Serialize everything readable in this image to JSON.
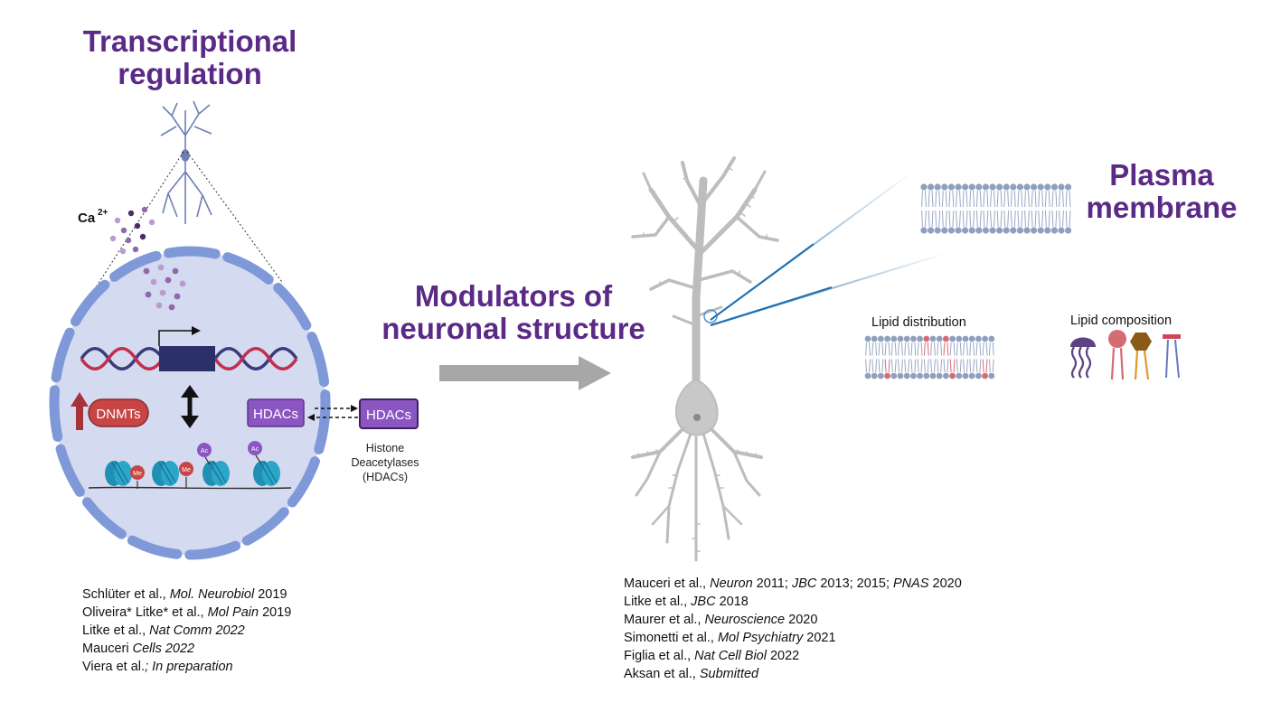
{
  "headings": {
    "transcriptional": "Transcriptional regulation",
    "modulators": "Modulators of neuronal structure",
    "plasma": "Plasma membrane"
  },
  "labels": {
    "calcium": "Ca",
    "calcium_sup": "2+",
    "dnmts": "DNMTs",
    "hdacs_inside": "HDACs",
    "hdacs_outside": "HDACs",
    "hdac_caption_1": "Histone",
    "hdac_caption_2": "Deacetylases",
    "hdac_caption_3": "(HDACs)",
    "me": "Me",
    "ac": "Ac",
    "lipid_distribution": "Lipid distribution",
    "lipid_composition": "Lipid composition"
  },
  "refs_left": [
    {
      "a": "Schlüter et al., ",
      "b": "Mol. Neurobiol",
      "c": " 2019"
    },
    {
      "a": "Oliveira* Litke* et al., ",
      "b": "Mol Pain",
      "c": " 2019"
    },
    {
      "a": "Litke et al., ",
      "b": "Nat Comm 2022",
      "c": ""
    },
    {
      "a": "Mauceri ",
      "b": "Cells 2022",
      "c": ""
    },
    {
      "a": "Viera et al.",
      "b": "; In preparation",
      "c": ""
    }
  ],
  "refs_right": [
    {
      "a": "Mauceri et al.,  ",
      "b": "Neuron",
      "c": " 2011; ",
      "d": "JBC",
      "e": " 2013; 2015; ",
      "f": "PNAS",
      "g": " 2020"
    },
    {
      "a": "Litke et al., ",
      "b": "JBC",
      "c": " 2018",
      "d": "",
      "e": "",
      "f": "",
      "g": ""
    },
    {
      "a": "Maurer et al., ",
      "b": "Neuroscience",
      "c": " 2020",
      "d": "",
      "e": "",
      "f": "",
      "g": ""
    },
    {
      "a": "Simonetti et al., ",
      "b": "Mol Psychiatry",
      "c": " 2021",
      "d": "",
      "e": "",
      "f": "",
      "g": ""
    },
    {
      "a": "Figlia et al., ",
      "b": "Nat Cell Biol",
      "c": " 2022",
      "d": "",
      "e": "",
      "f": "",
      "g": ""
    },
    {
      "a": "Aksan et al., ",
      "b": "Submitted",
      "c": "",
      "d": "",
      "e": "",
      "f": "",
      "g": ""
    }
  ],
  "colors": {
    "heading": "#5b2a86",
    "nucleus_fill": "#d4daf0",
    "nucleus_rim": "#7f98d8",
    "dnmt_red": "#c84545",
    "hdac_purple": "#8c56c2",
    "histone_teal": "#2aa6c8",
    "dna_dark": "#3b3b7a",
    "dna_red": "#c0304e",
    "gene_box": "#2b2f6a",
    "neuron_gray": "#bdbdbd",
    "lipid_head": "#8ea0bd",
    "lipid_red": "#d56b73",
    "arrow_gray": "#a7a7a7"
  }
}
